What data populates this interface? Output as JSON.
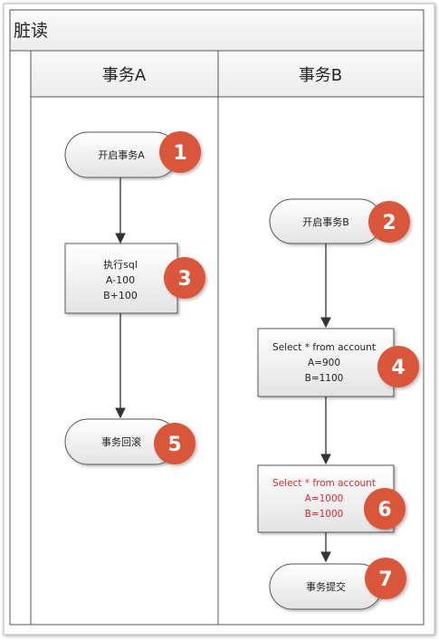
{
  "title": "脏读",
  "lanes": [
    {
      "label": "事务A"
    },
    {
      "label": "事务B"
    }
  ],
  "nodes": {
    "start_a": {
      "text": "开启事务A",
      "step": "1"
    },
    "exec_sql": {
      "lines": [
        "执行sql",
        "A-100",
        "B+100"
      ],
      "step": "3"
    },
    "rollback": {
      "text": "事务回滚",
      "step": "5"
    },
    "start_b": {
      "text": "开启事务B",
      "step": "2"
    },
    "select_1": {
      "lines": [
        "Select * from account",
        "A=900",
        "B=1100"
      ],
      "step": "4"
    },
    "select_2": {
      "lines": [
        "Select * from account",
        "A=1000",
        "B=1000"
      ],
      "step": "6"
    },
    "commit": {
      "text": "事务提交",
      "step": "7"
    }
  },
  "colors": {
    "step_badge": "#d9573b",
    "highlight_text": "#e8272c",
    "node_fill_top": "#ffffff",
    "node_fill_bottom": "#e6e6e6",
    "header_bg": "#f4f4f4",
    "line": "#333333"
  }
}
